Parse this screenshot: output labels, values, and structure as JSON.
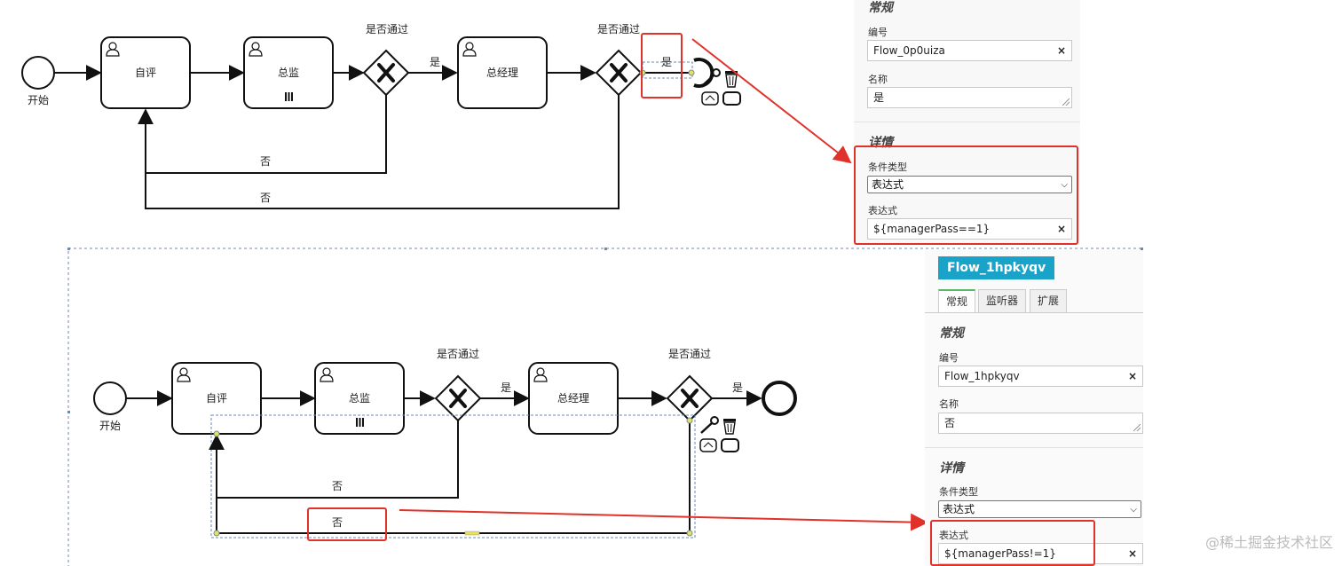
{
  "diagram1": {
    "start": "开始",
    "task_self": "自评",
    "task_director": "总监",
    "task_manager": "总经理",
    "gateway1": "是否通过",
    "gateway2": "是否通过",
    "flow_yes1": "是",
    "flow_yes2": "是",
    "flow_no1": "否",
    "flow_no2": "否"
  },
  "diagram2": {
    "start": "开始",
    "task_self": "自评",
    "task_director": "总监",
    "task_manager": "总经理",
    "gateway1": "是否通过",
    "gateway2": "是否通过",
    "flow_yes1": "是",
    "flow_yes2": "是",
    "flow_no1": "否",
    "flow_no2": "否"
  },
  "panel1": {
    "general_title": "常规",
    "id_label": "编号",
    "id_value": "Flow_0p0uiza",
    "name_label": "名称",
    "name_value": "是",
    "details_title": "详情",
    "cond_type_label": "条件类型",
    "cond_type_value": "表达式",
    "expr_label": "表达式",
    "expr_value": "${managerPass==1}",
    "clear": "×"
  },
  "panel2": {
    "element_id": "Flow_1hpkyqv",
    "tabs": [
      "常规",
      "监听器",
      "扩展"
    ],
    "general_title": "常规",
    "id_label": "编号",
    "id_value": "Flow_1hpkyqv",
    "name_label": "名称",
    "name_value": "否",
    "details_title": "详情",
    "cond_type_label": "条件类型",
    "cond_type_value": "表达式",
    "expr_label": "表达式",
    "expr_value": "${managerPass!=1}",
    "clear": "×"
  },
  "icons": {
    "user": "user-icon",
    "parallel": "multi-instance-icon",
    "gateway": "exclusive-gateway-x-icon",
    "wrench": "wrench-icon",
    "trash": "trash-icon",
    "comment": "annotation-icon",
    "dropdown": "chevron-down-icon"
  },
  "colors": {
    "highlight": "#e0312a",
    "badge": "#1aa3c9",
    "active_tab": "#58b86a"
  },
  "watermark": "@稀土掘金技术社区"
}
